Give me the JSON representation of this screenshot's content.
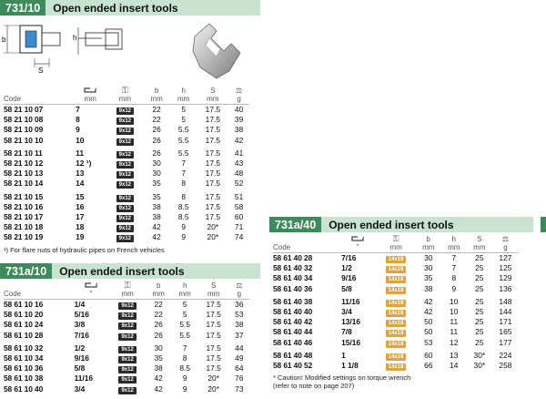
{
  "sections": [
    {
      "code": "731/10",
      "title": "Open ended insert tools",
      "columns": [
        "Code",
        "",
        "",
        "b",
        "h",
        "S",
        ""
      ],
      "units": [
        "",
        "mm",
        "mm",
        "mm",
        "mm",
        "mm",
        "g"
      ],
      "rows": [
        [
          "58 21 10 07",
          "7",
          "9x12",
          "22",
          "5",
          "17.5",
          "40"
        ],
        [
          "58 21 10 08",
          "8",
          "9x12",
          "22",
          "5",
          "17.5",
          "39"
        ],
        [
          "58 21 10 09",
          "9",
          "9x12",
          "26",
          "5.5",
          "17.5",
          "38"
        ],
        [
          "58 21 10 10",
          "10",
          "9x12",
          "26",
          "5.5",
          "17.5",
          "42"
        ],
        [
          "58 21 10 11",
          "11",
          "9x12",
          "26",
          "5.5",
          "17.5",
          "41"
        ],
        [
          "58 21 10 12",
          "12 ¹)",
          "9x12",
          "30",
          "7",
          "17.5",
          "43"
        ],
        [
          "58 21 10 13",
          "13",
          "9x12",
          "30",
          "7",
          "17.5",
          "48"
        ],
        [
          "58 21 10 14",
          "14",
          "9x12",
          "35",
          "8",
          "17.5",
          "52"
        ],
        [
          "58 21 10 15",
          "15",
          "9x12",
          "35",
          "8",
          "17.5",
          "51"
        ],
        [
          "58 21 10 16",
          "16",
          "9x12",
          "38",
          "8.5",
          "17.5",
          "58"
        ],
        [
          "58 21 10 17",
          "17",
          "9x12",
          "38",
          "8.5",
          "17.5",
          "60"
        ],
        [
          "58 21 10 18",
          "18",
          "9x12",
          "42",
          "9",
          "20*",
          "71"
        ],
        [
          "58 21 10 19",
          "19",
          "9x12",
          "42",
          "9",
          "20*",
          "74"
        ]
      ],
      "footnote": "¹) For flare nuts of hydraulic pipes on French vehicles"
    },
    {
      "code": "731a/10",
      "title": "Open ended insert tools",
      "columns": [
        "Code",
        "",
        "",
        "b",
        "h",
        "S",
        ""
      ],
      "units": [
        "",
        "\"",
        "mm",
        "mm",
        "mm",
        "mm",
        "g"
      ],
      "rows": [
        [
          "58 61 10 16",
          "1/4",
          "9x12",
          "22",
          "5",
          "17.5",
          "36"
        ],
        [
          "58 61 10 20",
          "5/16",
          "9x12",
          "22",
          "5",
          "17.5",
          "53"
        ],
        [
          "58 61 10 24",
          "3/8",
          "9x12",
          "26",
          "5.5",
          "17.5",
          "38"
        ],
        [
          "58 61 10 28",
          "7/16",
          "9x12",
          "26",
          "5.5",
          "17.5",
          "37"
        ],
        [
          "58 61 10 32",
          "1/2",
          "9x12",
          "30",
          "7",
          "17.5",
          "44"
        ],
        [
          "58 61 10 34",
          "9/16",
          "9x12",
          "35",
          "8",
          "17.5",
          "49"
        ],
        [
          "58 61 10 36",
          "5/8",
          "9x12",
          "38",
          "8.5",
          "17.5",
          "64"
        ],
        [
          "58 61 10 38",
          "11/16",
          "9x12",
          "42",
          "9",
          "20*",
          "76"
        ],
        [
          "58 61 10 40",
          "3/4",
          "9x12",
          "42",
          "9",
          "20*",
          "73"
        ]
      ]
    },
    {
      "code": "731a/40",
      "title": "Open ended insert tools",
      "columns": [
        "Code",
        "",
        "",
        "b",
        "h",
        "S",
        ""
      ],
      "units": [
        "",
        "\"",
        "mm",
        "mm",
        "mm",
        "mm",
        "g"
      ],
      "rows": [
        [
          "58 61 40 28",
          "7/16",
          "14x18",
          "30",
          "7",
          "25",
          "127"
        ],
        [
          "58 61 40 32",
          "1/2",
          "14x18",
          "30",
          "7",
          "25",
          "125"
        ],
        [
          "58 61 40 34",
          "9/16",
          "14x18",
          "35",
          "8",
          "25",
          "129"
        ],
        [
          "58 61 40 36",
          "5/8",
          "14x18",
          "38",
          "9",
          "25",
          "136"
        ],
        [
          "58 61 40 38",
          "11/16",
          "14x18",
          "42",
          "10",
          "25",
          "148"
        ],
        [
          "58 61 40 40",
          "3/4",
          "14x18",
          "42",
          "10",
          "25",
          "144"
        ],
        [
          "58 61 40 42",
          "13/16",
          "14x18",
          "50",
          "11",
          "25",
          "171"
        ],
        [
          "58 61 40 44",
          "7/8",
          "14x18",
          "50",
          "11",
          "25",
          "165"
        ],
        [
          "58 61 40 46",
          "15/16",
          "14x18",
          "53",
          "12",
          "25",
          "177"
        ],
        [
          "58 61 40 48",
          "1",
          "14x18",
          "60",
          "13",
          "30*",
          "224"
        ],
        [
          "58 61 40 52",
          "1 1/8",
          "14x18",
          "66",
          "14",
          "30*",
          "258"
        ]
      ],
      "footnote": "* Caution! Modified settings on torque wrench\n(refer to note on page 207)"
    }
  ],
  "diagram_labels": {
    "b": "b",
    "h": "h",
    "s": "S"
  }
}
